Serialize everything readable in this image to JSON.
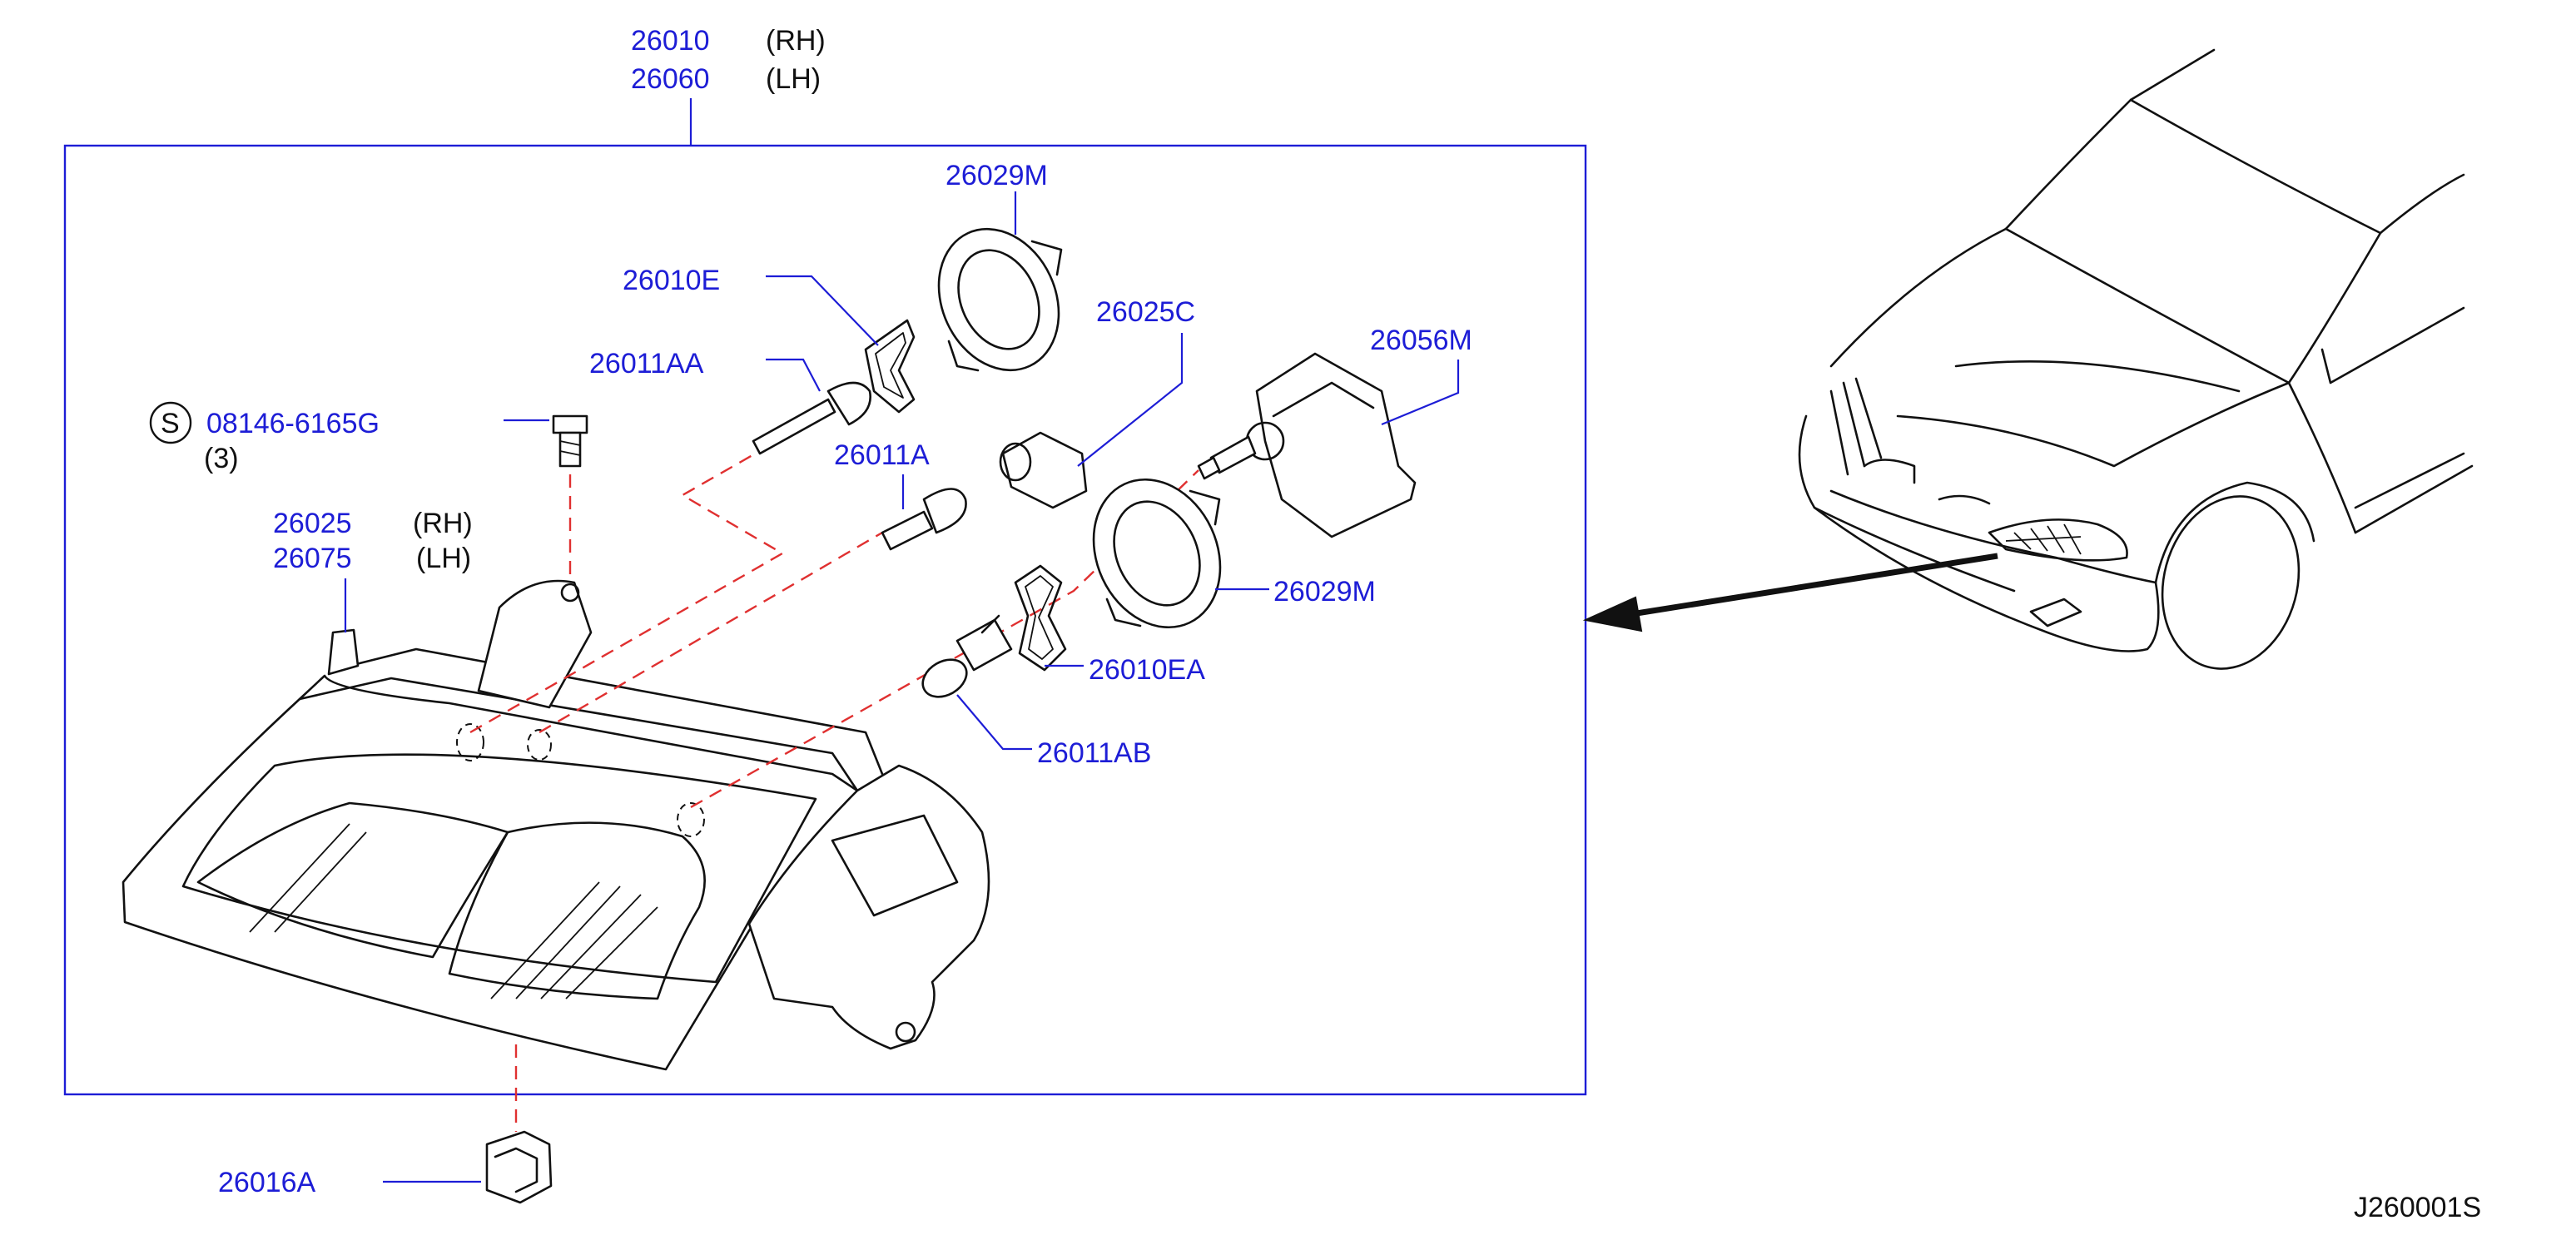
{
  "assembly": {
    "part_rh": "26010",
    "part_lh": "26060",
    "side_rh": "(RH)",
    "side_lh": "(LH)"
  },
  "callouts": {
    "bulb_socket_ring_top": "26029M",
    "gasket_upper": "26010E",
    "bulb_h1": "26011AA",
    "connector": "26025C",
    "leveling_actuator": "26056M",
    "bulb_small": "26011A",
    "bulb_socket_ring_mid": "26029M",
    "gasket_lower": "26010EA",
    "bulb_h4": "26011AB",
    "clip": "26016A"
  },
  "bolt": {
    "symbol": "S",
    "part": "08146-6165G",
    "qty": "(3)"
  },
  "housing": {
    "part_rh": "26025",
    "part_lh": "26075",
    "side_rh": "(RH)",
    "side_lh": "(LH)"
  },
  "diagram_code": "J260001S",
  "colors": {
    "part_number": "#1d1dd6",
    "leader": "#1d1dd6",
    "hidden_line": "#e03030",
    "ink": "#111111"
  }
}
